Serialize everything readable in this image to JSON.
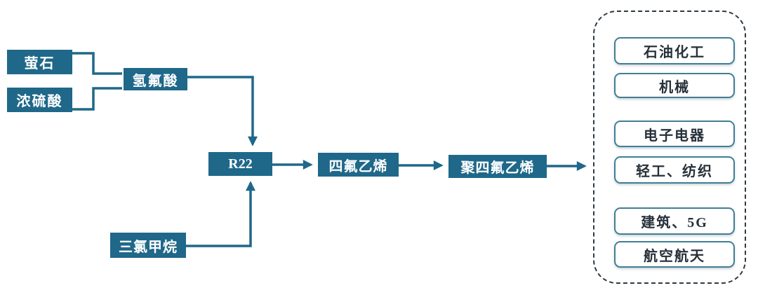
{
  "diagram": {
    "title_semantic": "PTFE industry chain flow diagram",
    "nodes": {
      "fluorite": {
        "label": "萤石"
      },
      "sulfuric_acid": {
        "label": "浓硫酸"
      },
      "hydrofluoric_acid": {
        "label": "氢氟酸"
      },
      "r22": {
        "label": "R22"
      },
      "chloroform": {
        "label": "三氯甲烷"
      },
      "tfe": {
        "label": "四氟乙烯"
      },
      "ptfe": {
        "label": "聚四氟乙烯"
      }
    },
    "applications": [
      {
        "label": "石油化工"
      },
      {
        "label": "机械"
      },
      {
        "label": "电子电器"
      },
      {
        "label": "轻工、纺织"
      },
      {
        "label": "建筑、5G"
      },
      {
        "label": "航空航天"
      }
    ],
    "edges": [
      {
        "from": "fluorite",
        "to": "hydrofluoric_acid",
        "arrow": false
      },
      {
        "from": "sulfuric_acid",
        "to": "hydrofluoric_acid",
        "arrow": false
      },
      {
        "from": "hydrofluoric_acid",
        "to": "r22",
        "arrow": true
      },
      {
        "from": "chloroform",
        "to": "r22",
        "arrow": true
      },
      {
        "from": "r22",
        "to": "tfe",
        "arrow": true
      },
      {
        "from": "tfe",
        "to": "ptfe",
        "arrow": true
      },
      {
        "from": "ptfe",
        "to": "applications",
        "arrow": true
      }
    ],
    "colors": {
      "node_fill": "#1f6889",
      "node_text": "#ffffff",
      "connector": "#1f6889",
      "app_border": "#417f94",
      "app_text": "#27313a",
      "container_border": "#2e3a43",
      "background": "#ffffff"
    }
  }
}
